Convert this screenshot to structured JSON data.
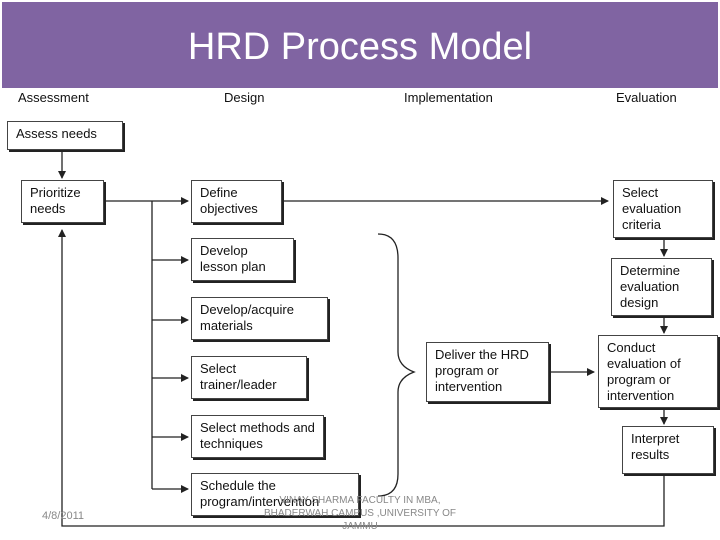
{
  "title": "HRD Process Model",
  "columns": {
    "assessment": "Assessment",
    "design": "Design",
    "implementation": "Implementation",
    "evaluation": "Evaluation"
  },
  "boxes": {
    "assess_needs": "Assess needs",
    "prioritize_needs": "Prioritize needs",
    "define_objectives": "Define objectives",
    "develop_lesson_plan": "Develop lesson plan",
    "develop_materials": "Develop/acquire materials",
    "select_trainer": "Select trainer/leader",
    "select_methods": "Select methods and techniques",
    "schedule_program": "Schedule the program/intervention",
    "deliver_program": "Deliver the HRD program or intervention",
    "select_criteria": "Select evaluation criteria",
    "determine_design": "Determine evaluation design",
    "conduct_evaluation": "Conduct evaluation of program or intervention",
    "interpret_results": "Interpret results"
  },
  "footer": {
    "date": "4/8/2011",
    "author": "VINAY SHARMA FACULTY IN MBA, BHADERWAH CAMPUS ,UNIVERSITY OF JAMMU"
  }
}
